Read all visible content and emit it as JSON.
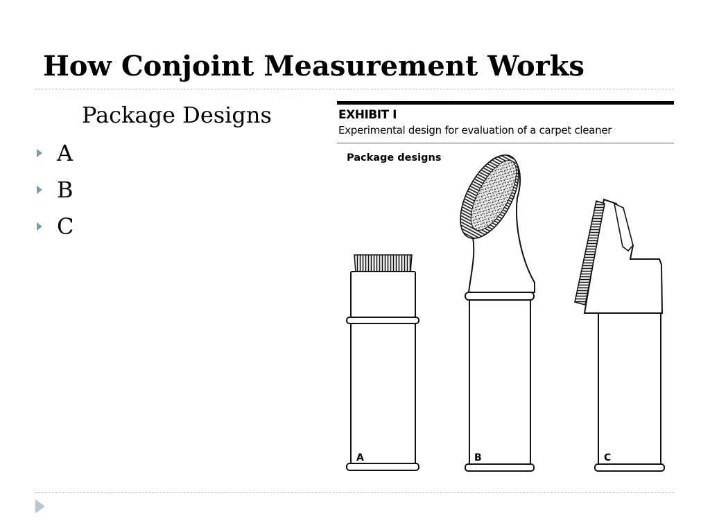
{
  "slide": {
    "title": "How Conjoint Measurement Works",
    "subheading": "Package Designs",
    "bullets": [
      "A",
      "B",
      "C"
    ]
  },
  "exhibit": {
    "label": "EXHIBIT I",
    "caption": "Experimental design for evaluation of a carpet cleaner",
    "subtitle": "Package designs",
    "packages": [
      "A",
      "B",
      "C"
    ]
  },
  "icons": {
    "bullet": "triangle-bullet-icon",
    "nav": "next-arrow-icon"
  },
  "colors": {
    "bullet": "#7f97b0",
    "rule": "#a9b7c6",
    "nav_arrow": "#b4c6d8"
  }
}
